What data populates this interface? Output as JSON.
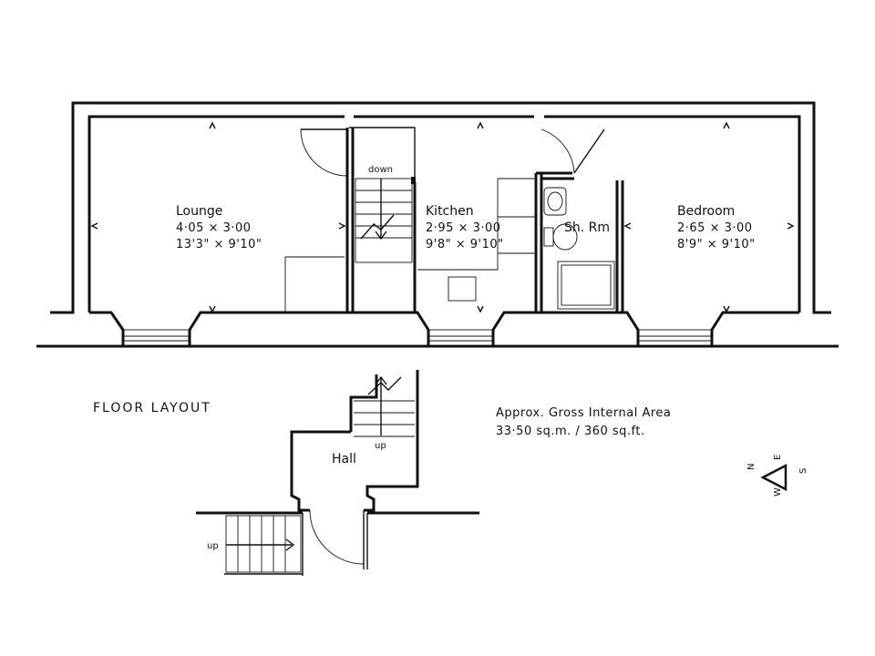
{
  "title": "FLOOR  LAYOUT",
  "area": {
    "line1": "Approx. Gross Internal Area",
    "line2": "33·50 sq.m. / 360 sq.ft."
  },
  "rooms": {
    "lounge": {
      "name": "Lounge",
      "metric": "4·05 × 3·00",
      "imperial": "13'3\" × 9'10\""
    },
    "kitchen": {
      "name": "Kitchen",
      "metric": "2·95 × 3·00",
      "imperial": "9'8\" × 9'10\""
    },
    "shower": {
      "name": "Sh. Rm"
    },
    "bedroom": {
      "name": "Bedroom",
      "metric": "2·65 × 3·00",
      "imperial": "8'9\" × 9'10\""
    },
    "hall": {
      "name": "Hall"
    }
  },
  "stairs": {
    "down": "down",
    "up_hall": "up",
    "up_entry": "up"
  },
  "compass": {
    "n": "N",
    "e": "E",
    "s": "S",
    "w": "W"
  }
}
